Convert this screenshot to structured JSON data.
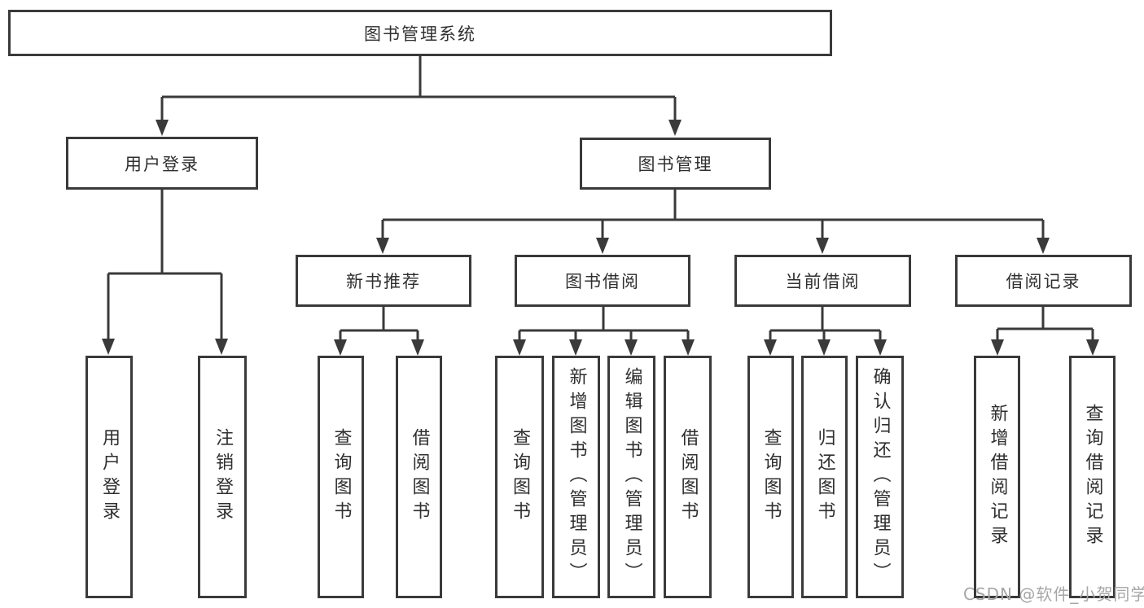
{
  "root": {
    "label": "图书管理系统"
  },
  "branches": {
    "userLogin": {
      "label": "用户登录",
      "children": [
        {
          "label": "用户登录"
        },
        {
          "label": "注销登录"
        }
      ]
    },
    "bookManagement": {
      "label": "图书管理",
      "sections": [
        {
          "label": "新书推荐",
          "children": [
            {
              "label": "查询图书"
            },
            {
              "label": "借阅图书"
            }
          ]
        },
        {
          "label": "图书借阅",
          "children": [
            {
              "label": "查询图书"
            },
            {
              "label": "新增图书（管理员）"
            },
            {
              "label": "编辑图书（管理员）"
            },
            {
              "label": "借阅图书"
            }
          ]
        },
        {
          "label": "当前借阅",
          "children": [
            {
              "label": "查询图书"
            },
            {
              "label": "归还图书"
            },
            {
              "label": "确认归还（管理员）"
            }
          ]
        },
        {
          "label": "借阅记录",
          "children": [
            {
              "label": "新增借阅记录"
            },
            {
              "label": "查询借阅记录"
            }
          ]
        }
      ]
    }
  },
  "watermark": {
    "text": "CSDN @软件_小贺同学"
  },
  "colors": {
    "line": "#3a3a3a",
    "text": "#2f2f2f",
    "background": "#ffffff",
    "watermark": "#a6a6a6"
  }
}
